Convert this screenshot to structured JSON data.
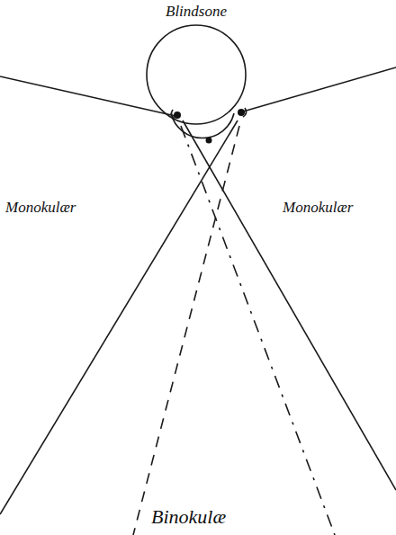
{
  "diagram": {
    "labels": [
      "Blindsone",
      "Monokulær",
      "Monokulær",
      "Binokulæ"
    ]
  }
}
